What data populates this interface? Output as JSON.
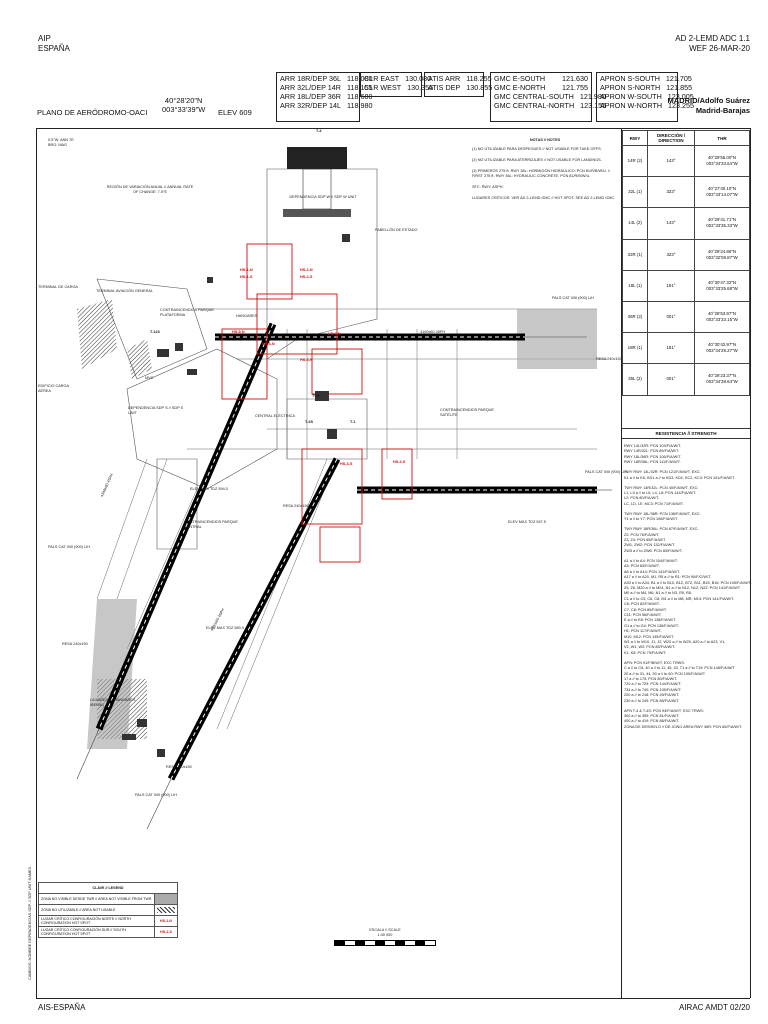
{
  "header": {
    "left_line1": "AIP",
    "left_line2": "ESPAÑA",
    "right_line1": "AD 2-LEMD ADC 1.1",
    "right_line2": "WEF 26-MAR-20"
  },
  "chart_title": "PLANO DE AERÓDROMO-OACI",
  "coords": {
    "lat": "40°28'20\"N",
    "lon": "003°33'39\"W"
  },
  "elevation": "ELEV 609",
  "airport": {
    "city_name": "MADRID/Adolfo Suárez",
    "airport_name": "Madrid-Barajas"
  },
  "freq_boxes": {
    "arr_dep": [
      {
        "label": "ARR 18R/DEP 36L",
        "freq": "118.080"
      },
      {
        "label": "ARR 32L/DEP 14R",
        "freq": "118.155"
      },
      {
        "label": "ARR 18L/DEP 36R",
        "freq": "118.680"
      },
      {
        "label": "ARR 32R/DEP 14L",
        "freq": "118.980"
      }
    ],
    "clr": [
      {
        "label": "CLR EAST",
        "freq": "130.080"
      },
      {
        "label": "CLR WEST",
        "freq": "130.355"
      }
    ],
    "atis": [
      {
        "label": "ATIS ARR",
        "freq": "118.255"
      },
      {
        "label": "ATIS DEP",
        "freq": "130.855"
      }
    ],
    "gmc": [
      {
        "label": "GMC E-SOUTH",
        "freq": "121.630"
      },
      {
        "label": "GMC E-NORTH",
        "freq": "121.755"
      },
      {
        "label": "GMC CENTRAL-SOUTH",
        "freq": "121.980"
      },
      {
        "label": "GMC CENTRAL-NORTH",
        "freq": "123.155"
      }
    ],
    "apron": [
      {
        "label": "APRON S-SOUTH",
        "freq": "121.705"
      },
      {
        "label": "APRON S-NORTH",
        "freq": "121.855"
      },
      {
        "label": "APRON W-SOUTH",
        "freq": "123.005"
      },
      {
        "label": "APRON W-NORTH",
        "freq": "123.255"
      }
    ]
  },
  "var_text": [
    "0.5°W, ANN 7E",
    "BRG: MAG"
  ],
  "notes": {
    "title": "NOTAS // NOTES",
    "items": [
      "(1) NO UTILIZABLE PARA DESPEGUES // NOT USABLE FOR TAKE-OFFS.",
      "(2) NO UTILIZABLE PARA ATERRIZAJES // NOT USABLE FOR LANDINGS.",
      "(3) PRIMEROS 275 ft. RWY 36L: HORMIGÓN HIDRÁULICO: PCN 81/R/B/W/U. // FIRST 275 ft. RWY 36L: HYDRAULIC CONCRETE: PCN 81/R/B/W/U.",
      "SFC: RWY: ASPH.",
      "LUGARES CRÍTICOS: VER AD 2-LEMD GMC // HOT SPOT: SEE AD 2-LEMD GMC."
    ]
  },
  "rwy_table": {
    "headers": [
      "RWY",
      "DIRECCIÓN / DIRECTION",
      "THR"
    ],
    "rows": [
      {
        "rwy": "14R (2)",
        "dir": "143°",
        "thr": [
          "40°29'55.00\"N",
          "003°34'33.64\"W"
        ]
      },
      {
        "rwy": "32L (1)",
        "dir": "323°",
        "thr": [
          "40°27'40.10\"N",
          "003°33'14.07\"W"
        ]
      },
      {
        "rwy": "14L (2)",
        "dir": "143°",
        "thr": [
          "40°29'41.71\"N",
          "003°33'35.33\"W"
        ]
      },
      {
        "rwy": "32R (1)",
        "dir": "323°",
        "thr": [
          "40°28'24.86\"N",
          "003°32'08.87\"W"
        ]
      },
      {
        "rwy": "18L (1)",
        "dir": "181°",
        "thr": [
          "40°30'47.32\"N",
          "003°33'25.68\"W"
        ]
      },
      {
        "rwy": "36R (2)",
        "dir": "001°",
        "thr": [
          "40°28'53.97\"N",
          "003°33'33.15\"W"
        ]
      },
      {
        "rwy": "18R (1)",
        "dir": "181°",
        "thr": [
          "40°30'42.97\"N",
          "003°34'29.27\"W"
        ]
      },
      {
        "rwy": "36L (2)",
        "dir": "001°",
        "thr": [
          "40°28'23.37\"N",
          "003°34'38.64\"W"
        ]
      }
    ]
  },
  "strength": {
    "title": "RESISTENCIA // STRENGTH",
    "lines": [
      "RWY 14L/32R: PCN 103/F/A/W/T.",
      "RWY 14R/32L: PCN 89/F/A/W/T.",
      "RWY 18L/36R: PCN 106/F/A/W/T.",
      "RWY 18R/36L: PCN 111/F/A/W/T.",
      "",
      "TWY RWY 14L/32R: PCN 121/F/A/W/T, EXC:",
      "  K1 a // to K5, KD1 a // to KD3, KD2, KC2, KC3: PCN 101/F/A/W/T.",
      "",
      "TWY RWY 14R/32L: PCN 40/F/A/W/T, EXC:",
      "  L1, L3 a // to L6, L4, L8: PCN 144/F/A/W/T.",
      "  L2: PCN 80/F/A/W/T.",
      "  LC, LD, LE, MC3: PCN 71/F/A/W/T.",
      "",
      "TWY RWY 18L/36R: PCN 136/F/A/W/T, EXC:",
      "  Y1 a // to Y7: PCN 106/F/A/W/T.",
      "",
      "TWY RWY 18R/36L: PCN 87/F/A/W/T, EXC:",
      "  Z2: PCN 76/F/A/W/T.",
      "  Z3, Z4: PCN 65/F/A/W/T.",
      "  ZW1, ZW2: PCN 132/F/A/W/T.",
      "  ZW3 a // to ZW6: PCN 83/F/A/W/T.",
      "",
      "A1 a // to A4: PCN 104/F/A/W/T.",
      "A5: PCN 83/F/A/W/T.",
      "A6 a // to A14: PCN 141/F/A/W/T.",
      "A17 a // to A20, M1, R5 a // to R1: PCN 90/F/C/W/T.",
      "A30 a // to A34, B1 a // to B10, B1Z, B7Z, B11, B15, B16: PCN 105/F/A/W/T.",
      "  Z5, Z6, M20 a // to M24, N1 a // to N12, N1Z, N2Z: PCN 141/F/A/W/T.",
      "  M0 a // to M4, M6, N1 a // to N3, R5, R8.",
      "C1 a // to C5, C6, C8, M1 a // to M8, MR, M13: PCN 141/F/A/W/T.",
      "C6: PCN 82/F/A/W/T.",
      "C7, C8: PCN 80/F/A/W/T.",
      "C11: PCN 96/F/A/W/T.",
      "E a // to E8: PCN 138/F/A/W/T.",
      "G1 a // to G4: PCN 136/F/A/W/T.",
      "H1: PCN 117/F/A/W/T.",
      "M10, M12: PCN 135/F/A/W/T.",
      "W1 a // to W10, J1, J2, W20 a // to W25, A20 a // to A23, V1,",
      "  V2, W1, W2: PCN 85/F/A/W/T.",
      "K1, K8: PCN 79/F/A/W/T.",
      "",
      "APN: PCN 91/F/B/W/T, EXC TRWS:",
      "  C a // to C6, 40 a // to 11, 45, 43, T1 a // to T19: PCN 148/F/A/W/T.",
      "  20 a // to 31, 44, 50 a // to 60: PCN 100/F/A/W/T.",
      "  17 a // to 175: PCN 80/F/A/W/T.",
      "  720 a // to 729: PCN 144/F/A/W/T.",
      "  734 a // to 740: PCN 105/F/A/W/T.",
      "  200 a // to 218: PCN 49/F/A/W/T.",
      "  230 a // to 249: PCN 85/F/A/W/T.",
      "",
      "APN T-4 & T-4S: PCN 93/F/A/W/T, EXC TRWS:",
      "  300 a // to 399: PCN 81/F/A/W/T.",
      "  400 a // to 419: PCN 86/F/A/W/T.",
      "  ZONA DE DESHIELO // DE-ICING AREA RWY 36R: PCN 65/F/A/W/T."
    ]
  },
  "legend": {
    "title": "CLAVE // LEGEND",
    "rows": [
      {
        "text": "ZONA NO VISIBLE DESDE TWR // AREA NOT VISIBLE FROM TWR",
        "sym": ""
      },
      {
        "text": "ZONA NO UTILIZABLE // AREA NOT USABLE",
        "sym": ""
      },
      {
        "text": "LUGAR CRÍTICO CONFIGURACIÓN NORTE // NORTH CONFIGURATION HOT SPOT",
        "sym": "HS-1-N"
      },
      {
        "text": "LUGAR CRÍTICO CONFIGURACIÓN SUR // SOUTH CONFIGURATION HOT SPOT",
        "sym": "HS-1-S"
      }
    ]
  },
  "scale": {
    "label": "ESCALA // SCALE",
    "value": "1:30 000"
  },
  "map_labels": {
    "t4": "T-4",
    "t4s": "T-4S",
    "t123": "T-123",
    "t1": "T-1",
    "terminal_carga": "TERMINAL DE CARGA",
    "edificio_carga": "EDIFICIO CARGA AÉREA",
    "terminal_aviacion": "TERMINAL AVIACIÓN GENERAL",
    "dependencia_w": "DEPENDENCIA SDP W // SDP W UNIT",
    "dependencia_s": "DEPENDENCIA SDP S // SDP S UNIT",
    "pabellon": "PABELLÓN DE ESTADO",
    "contraincendios_plat": "CONTRAINCENDIOS PARQUE PLATAFORMA",
    "contraincendios_sat": "CONTRAINCENDIOS PARQUE SATÉLITE",
    "contraincendios_central": "CONTRAINCENDIOS PARQUE CENTRAL",
    "central_electrica": "CENTRAL ELÉCTRICA",
    "hangares": "HANGARES",
    "la_munoza": "LA MUÑOZA (HANGARES IBERIA)",
    "twr": "TWR",
    "mvc": "MVC",
    "region_var": "REGIÓN DE VARIACIÓN ANUAL // ANNUAL RATE OF CHANGE: 7.5°E",
    "rwy_strip_14r": "4100x60 45PH",
    "rwy_strip_18l": "3500x60 45PH",
    "rwy_strip_14l": "4400x60 45PH",
    "rwy_strip_18r": "4349x60 45PH",
    "pals_1": "PALS CAT II/III (900) LIH",
    "pals_2": "PALS CAT II/III (900) LIH",
    "pals_3": "PALS CAT II/III (900) LIH",
    "pals_4": "PALS CAT II/III (900) LIH",
    "resa_1": "RESA 240x150",
    "resa_2": "RESA 240x150",
    "resa_3": "RESA 240x150",
    "resa_4": "RESA 240x150",
    "elev_max_1": "ELEV MAX TDZ 594.0",
    "elev_max_2": "ELEV MAX TDZ 597.5",
    "elev_max_3": "ELEV MAX TDZ 580.0",
    "hs1": "HS-1-N",
    "hs2": "HS-2-N",
    "hs3": "HS-3-N",
    "hs4": "HS-4-N",
    "hs5": "HS-1-S",
    "hs6": "HS-2-S",
    "hs7": "HS-3-S",
    "hs8": "HS-4-S",
    "hs9": "HS-5-N",
    "hs10": "HS-6-N"
  },
  "footer": {
    "left": "AIS-ESPAÑA",
    "right": "AIRAC AMDT 02/20"
  },
  "side_text": "CAMBIOS: NOMBRE DEPENDENCIAS SDP. // SDP UNIT NAMES."
}
